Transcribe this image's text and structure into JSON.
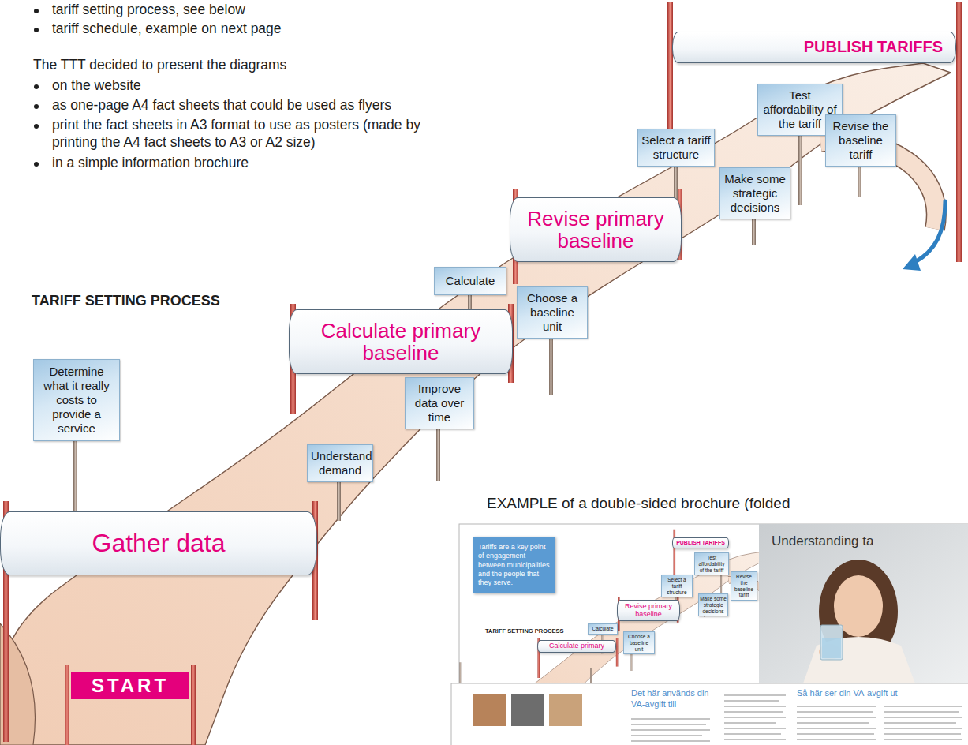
{
  "diagram": {
    "title": "TARIFF SETTING PROCESS",
    "nodes": [
      {
        "text": [
          "PUBLISH TARIFFS"
        ]
      },
      {
        "text": [
          "Test affordability of the tariff"
        ]
      },
      {
        "text": [
          "Revise the baseline tariff"
        ]
      },
      {
        "text": [
          "Select a tariff structure"
        ]
      },
      {
        "text": [
          "Make some strategic decisions"
        ]
      },
      {
        "text": [
          "Revise primary baseline"
        ]
      },
      {
        "text": [
          "Calculate"
        ]
      },
      {
        "text": [
          "Choose a baseline unit"
        ]
      },
      {
        "text": [
          "Calculate primary baseline"
        ]
      },
      {
        "text": [
          "Determine what it really costs to provide a service"
        ]
      },
      {
        "text": [
          "Improve data over time"
        ]
      },
      {
        "text": [
          "Understand demand"
        ]
      },
      {
        "text": [
          "Gather data"
        ]
      },
      {
        "text": [
          "START"
        ]
      },
      {
        "text": [
          "Tariffs are a key point of engagement between municipalities and the people that they serve."
        ]
      },
      {
        "text": [
          "Understanding ta"
        ]
      },
      {
        "text": [
          "PUBLISH TARIFFS"
        ]
      },
      {
        "text": [
          "Test affordability of the tariff"
        ]
      },
      {
        "text": [
          "Revise the baseline tariff"
        ]
      },
      {
        "text": [
          "Select a tariff structure"
        ]
      },
      {
        "text": [
          "Make some strategic decisions"
        ]
      },
      {
        "text": [
          "Revise primary baseline"
        ]
      },
      {
        "text": [
          "Calculate"
        ]
      },
      {
        "text": [
          "Choose a baseline unit"
        ]
      },
      {
        "text": [
          "Calculate primary"
        ]
      }
    ],
    "labels": [
      "tariff setting process, see below",
      "tariff schedule, example on next page",
      "The TTT decided to present the diagrams",
      "on the website",
      "as one-page A4 fact sheets that could be used as flyers",
      "print the fact sheets in A3 format to use as posters (made by printing the A4 fact sheets to A3 or A2 size)",
      "in a simple information brochure",
      "EXAMPLE of a double-sided brochure (folded",
      "TARIFF SETTING PROCESS",
      "Det här används din VA-avgift till",
      "Så här ser din VA-avgift ut"
    ]
  }
}
